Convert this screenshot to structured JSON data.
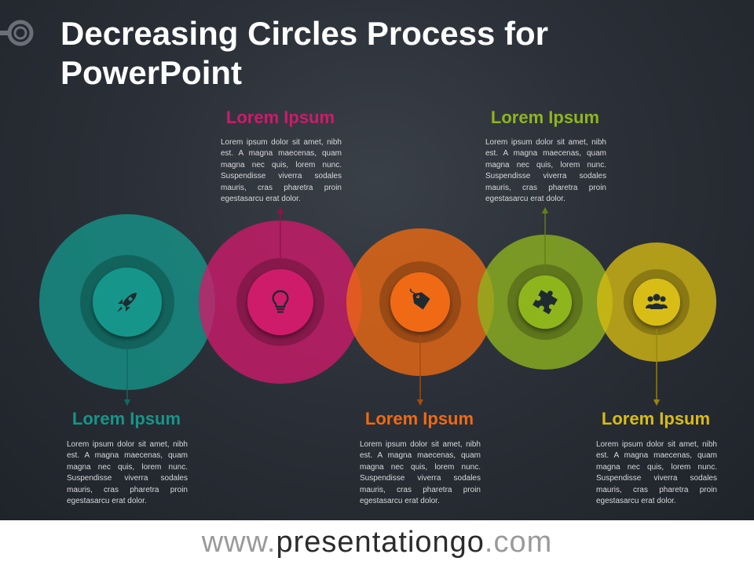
{
  "title": "Decreasing Circles Process for PowerPoint",
  "steps": [
    {
      "heading": "Lorem Ipsum",
      "body": "Lorem ipsum dolor sit amet, nibh est. A magna maecenas, quam magna nec quis, lorem nunc. Suspendisse viverra sodales mauris, cras pharetra proin egestasarcu erat dolor.",
      "color": "#15968a",
      "icon": "rocket-icon",
      "label_position": "bottom"
    },
    {
      "heading": "Lorem Ipsum",
      "body": "Lorem ipsum dolor sit amet, nibh est. A magna maecenas, quam magna nec quis, lorem nunc. Suspendisse viverra sodales mauris, cras pharetra proin egestasarcu erat dolor.",
      "color": "#cf1a6a",
      "icon": "lightbulb-icon",
      "label_position": "top"
    },
    {
      "heading": "Lorem Ipsum",
      "body": "Lorem ipsum dolor sit amet, nibh est. A magna maecenas, quam magna nec quis, lorem nunc. Suspendisse viverra sodales mauris, cras pharetra proin egestasarcu erat dolor.",
      "color": "#f06a12",
      "icon": "price-tag-icon",
      "label_position": "bottom"
    },
    {
      "heading": "Lorem Ipsum",
      "body": "Lorem ipsum dolor sit amet, nibh est. A magna maecenas, quam magna nec quis, lorem nunc. Suspendisse viverra sodales mauris, cras pharetra proin egestasarcu erat dolor.",
      "color": "#8fb51e",
      "icon": "puzzle-piece-icon",
      "label_position": "top"
    },
    {
      "heading": "Lorem Ipsum",
      "body": "Lorem ipsum dolor sit amet, nibh est. A magna maecenas, quam magna nec quis, lorem nunc. Suspendisse viverra sodales mauris, cras pharetra proin egestasarcu erat dolor.",
      "color": "#d8bd12",
      "icon": "people-group-icon",
      "label_position": "bottom"
    }
  ],
  "footer": {
    "prefix": "www.",
    "domain": "presentationgo",
    "suffix": ".com"
  }
}
